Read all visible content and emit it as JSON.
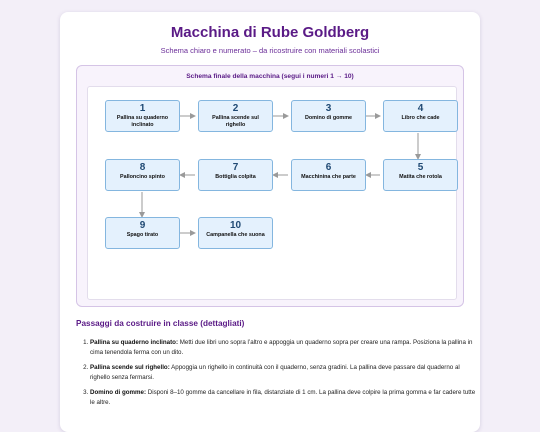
{
  "header": {
    "title": "Macchina di Rube Goldberg",
    "subtitle": "Schema chiaro e numerato – da ricostruire con materiali scolastici"
  },
  "diagram": {
    "title": "Schema finale della macchina (segui i numeri 1 → 10)",
    "nodes": [
      {
        "num": "1",
        "label": "Pallina su quaderno inclinato"
      },
      {
        "num": "2",
        "label": "Pallina scende sul righello"
      },
      {
        "num": "3",
        "label": "Domino di gomme"
      },
      {
        "num": "4",
        "label": "Libro che cade"
      },
      {
        "num": "5",
        "label": "Matita che rotola"
      },
      {
        "num": "6",
        "label": "Macchinina che parte"
      },
      {
        "num": "7",
        "label": "Bottiglia colpita"
      },
      {
        "num": "8",
        "label": "Palloncino spinto"
      },
      {
        "num": "9",
        "label": "Spago tirato"
      },
      {
        "num": "10",
        "label": "Campanella che suona"
      }
    ]
  },
  "steps": {
    "title": "Passaggi da costruire in classe (dettagliati)",
    "items": [
      {
        "name": "Pallina su quaderno inclinato:",
        "text": " Metti due libri uno sopra l’altro e appoggia un quaderno sopra per creare una rampa. Posiziona la pallina in cima tenendola ferma con un dito."
      },
      {
        "name": "Pallina scende sul righello:",
        "text": " Appoggia un righello in continuità con il quaderno, senza gradini. La pallina deve passare dal quaderno al righello senza fermarsi."
      },
      {
        "name": "Domino di gomme:",
        "text": " Disponi 8–10 gomme da cancellare in fila, distanziate di 1 cm. La pallina deve colpire la prima gomma e far cadere tutte le altre."
      }
    ]
  },
  "colors": {
    "accent": "#5a1a86",
    "node_fill": "#e4f1fd",
    "node_border": "#84b6df",
    "arrow": "#9a9a9a"
  }
}
